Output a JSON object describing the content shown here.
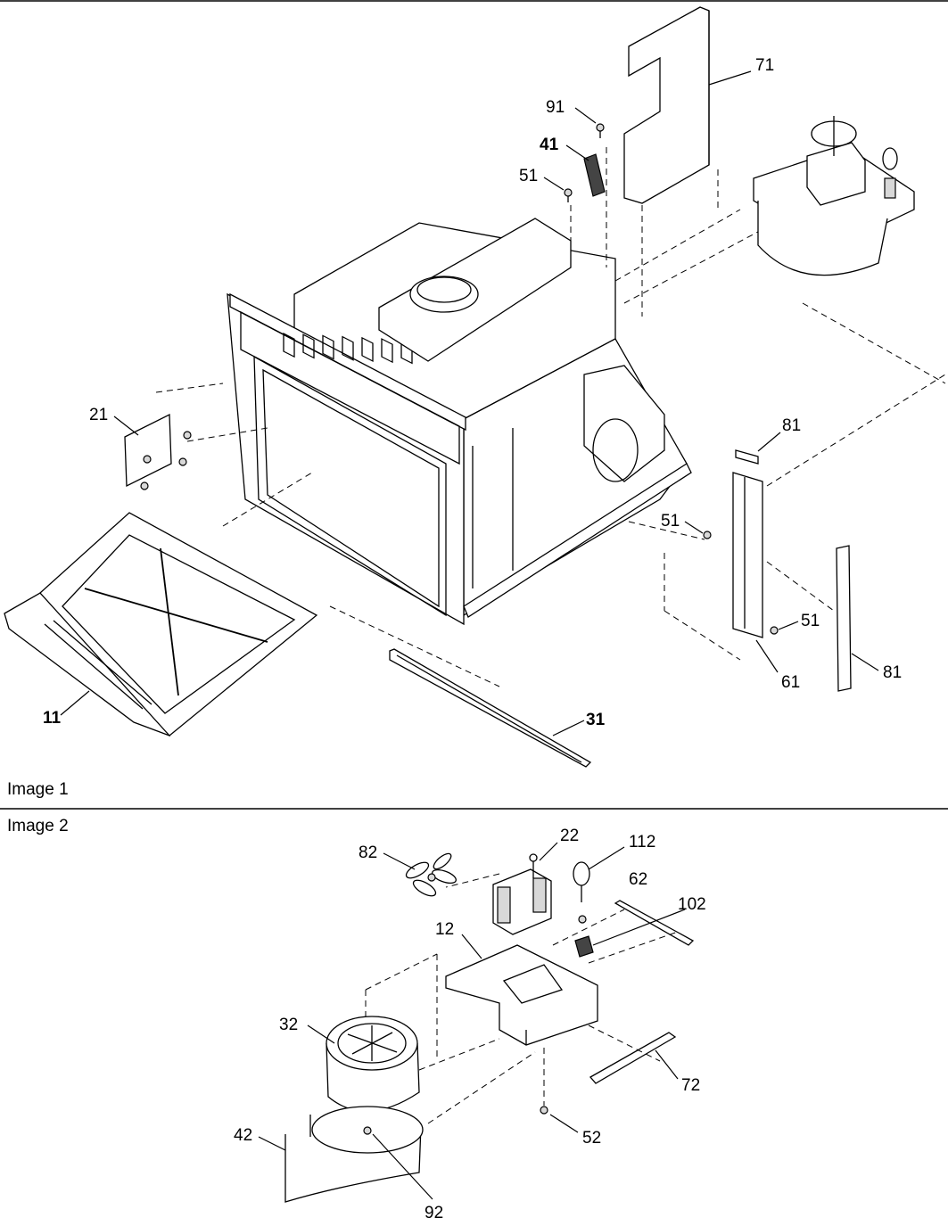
{
  "captions": {
    "image1": "Image 1",
    "image2": "Image 2"
  },
  "image1_callouts": {
    "c71": "71",
    "c91": "91",
    "c41": "41",
    "c51_top": "51",
    "c21": "21",
    "c81_top": "81",
    "c51_mid": "51",
    "c51_low": "51",
    "c61": "61",
    "c81_low": "81",
    "c11": "11",
    "c31": "31"
  },
  "image2_callouts": {
    "c82": "82",
    "c22": "22",
    "c112": "112",
    "c62": "62",
    "c102": "102",
    "c12": "12",
    "c32": "32",
    "c72": "72",
    "c42": "42",
    "c52": "52",
    "c92": "92"
  }
}
